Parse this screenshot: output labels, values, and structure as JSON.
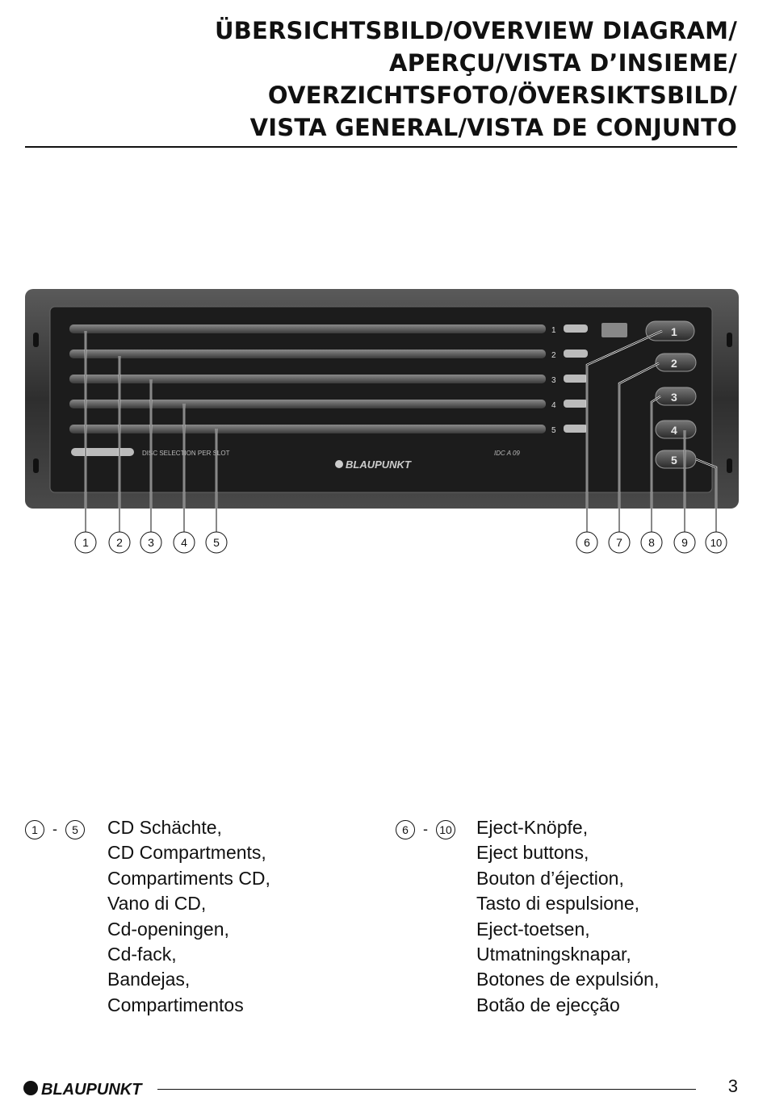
{
  "title": {
    "lines": [
      "ÜBERSICHTSBILD/OVERVIEW DIAGRAM/",
      "APERÇU/VISTA D’INSIEME/",
      "OVERZICHTSFOTO/ÖVERSIKTSBILD/",
      "VISTA GENERAL/VISTA DE CONJUNTO"
    ]
  },
  "device": {
    "brand": "BLAUPUNKT",
    "feature_label": "DISC SELECTION PER SLOT",
    "model": "IDC A 09",
    "slot_numbers": [
      "1",
      "2",
      "3",
      "4",
      "5"
    ],
    "button_labels": [
      "1",
      "2",
      "3",
      "4",
      "5"
    ],
    "callouts": [
      "1",
      "2",
      "3",
      "4",
      "5",
      "6",
      "7",
      "8",
      "9",
      "10"
    ]
  },
  "legend": {
    "left": {
      "from": "1",
      "to": "5",
      "separator": "-",
      "items": [
        "CD Schächte,",
        "CD Compartments,",
        "Compartiments CD,",
        "Vano di CD,",
        "Cd-openingen,",
        "Cd-fack,",
        "Bandejas,",
        "Compartimentos"
      ]
    },
    "right": {
      "from": "6",
      "to": "10",
      "separator": "-",
      "items": [
        "Eject-Knöpfe,",
        "Eject buttons,",
        "Bouton d’éjection,",
        "Tasto di espulsione,",
        "Eject-toetsen,",
        "Utmatningsknapar,",
        "Botones de expulsión,",
        "Botão de ejecção"
      ]
    }
  },
  "footer": {
    "logo_text": "BLAUPUNKT",
    "page_number": "3"
  }
}
